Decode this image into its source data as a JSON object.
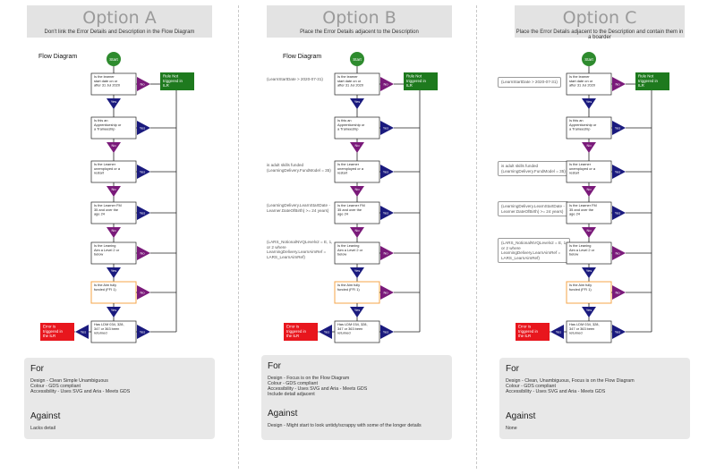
{
  "colors": {
    "start_green": "#2e8b2e",
    "result_green": "#1e7a1e",
    "error_red": "#e8161d",
    "yes_navy": "#1a1a7e",
    "no_purple": "#7a1a7a",
    "highlight_orange": "#f5a54a",
    "panel_gray": "#e8e8e8"
  },
  "flow": {
    "label": "Flow Diagram",
    "start": "Start",
    "steps": [
      "Is the learner start date on or after 31 Jul 2020",
      "Is this an Apprenticeship or a Traineeship",
      "Is the Learner unemployed or a restart",
      "Is the Learner FM 35 and over the age 24",
      "Is the Leaning Aim a Level 2 or below",
      "Is the Aim fully funded (FFI 1)",
      "Has LDM 034, 328, 347 or 363 been returned"
    ],
    "result_ok": "Rule Not triggered in ILR",
    "result_error": "Error is triggered in the ILR",
    "yes": "Yes",
    "no": "No"
  },
  "details": [
    "(LearnStartDate > 2020-07-31)",
    "is adult skills funded\n(LearningDelivery.FundModel = 35)",
    "(LearningDelivery.LearnStartDate -\nLearner.DateOfBirth) >= 24 years)",
    "(LARS_NotionalNVQLevelv2 = E, 1,\nor 2 where\nLearningDelivery.LearnAimRef =\nLARS_LearnAimRef)"
  ],
  "options": [
    {
      "title": "Option A",
      "subtitle": "Don't link the Error Details and Description in the Flow Diagram",
      "for_heading": "For",
      "for_lines": [
        "Design - Clean Simple Unambiguous",
        "Colour - GDS compliant",
        "Accessibility - Uses SVG and Aria - Meets GDS"
      ],
      "against_heading": "Against",
      "against_lines": [
        "Lacks detail"
      ]
    },
    {
      "title": "Option B",
      "subtitle": "Place the Error Details adjacent to the Description",
      "for_heading": "For",
      "for_lines": [
        "Design - Focus is on the Flow Diagram",
        "Colour - GDS compliant",
        "Accessibility - Uses SVG and Aria - Meets GDS",
        "Include detail adjacent"
      ],
      "against_heading": "Against",
      "against_lines": [
        "Design - Might start to look untidy/scrappy with some of the longer details"
      ]
    },
    {
      "title": "Option C",
      "subtitle": "Place the Error Details adjacent to the Description and contain them in a boarder",
      "for_heading": "For",
      "for_lines": [
        "Design - Clean, Unambiguous, Focus is on the Flow Diagram",
        "Colour - GDS compliant",
        "Accessibility - Uses SVG and Aria - Meets GDS"
      ],
      "against_heading": "Against",
      "against_lines": [
        "None"
      ]
    }
  ]
}
